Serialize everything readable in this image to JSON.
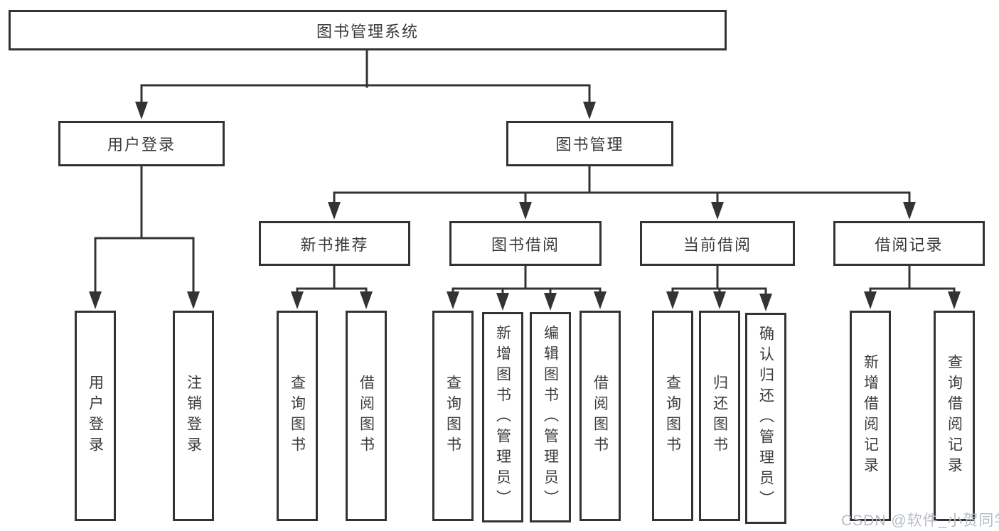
{
  "diagram": {
    "root": "图书管理系统",
    "branches": {
      "user_login": {
        "label": "用户登录",
        "children": [
          "用户登录",
          "注销登录"
        ]
      },
      "book_management": {
        "label": "图书管理",
        "sections": {
          "new_book": {
            "label": "新书推荐",
            "children": [
              "查询图书",
              "借阅图书"
            ]
          },
          "book_borrow": {
            "label": "图书借阅",
            "children": [
              "查询图书",
              "新增图书（管理员）",
              "编辑图书（管理员）",
              "借阅图书"
            ]
          },
          "current_borrow": {
            "label": "当前借阅",
            "children": [
              "查询图书",
              "归还图书",
              "确认归还（管理员）"
            ]
          },
          "borrow_record": {
            "label": "借阅记录",
            "children": [
              "新增借阅记录",
              "查询借阅记录"
            ]
          }
        }
      }
    },
    "colors": {
      "line": "#333333",
      "text": "#3a3a3a",
      "background": "#ffffff",
      "watermark": "#b7bcc4"
    }
  },
  "watermark": {
    "text": "CSDN @软件_小贺同学"
  }
}
